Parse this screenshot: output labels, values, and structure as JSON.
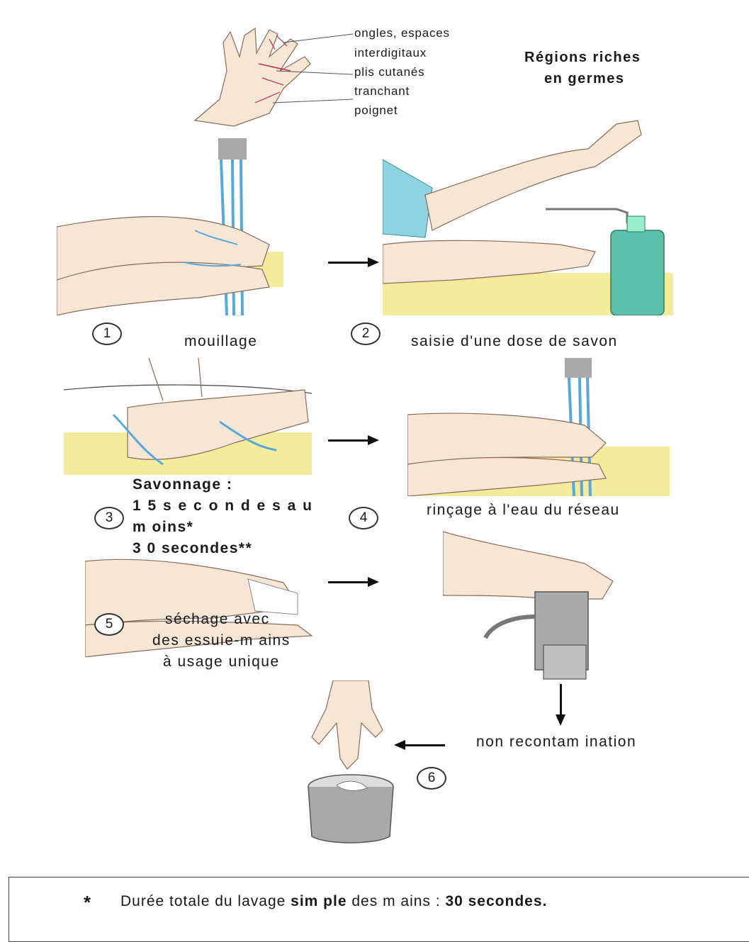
{
  "germs": {
    "title_line1": "Régions riches",
    "title_line2": "en germes",
    "labels": [
      "ongles, espaces",
      "interdigitaux",
      "plis cutanés",
      "tranchant",
      "poignet"
    ]
  },
  "steps": [
    {
      "num": "1",
      "label": "mouillage"
    },
    {
      "num": "2",
      "label": "saisie d'une dose de savon"
    },
    {
      "num": "3",
      "label_line1": "Savonnage :",
      "label_line2": "1 5  s e c o n d e s  a u",
      "label_line3": "m oins*",
      "label_line4": "3 0 secondes**"
    },
    {
      "num": "4",
      "label": "rinçage à l'eau du réseau"
    },
    {
      "num": "5",
      "label_line1": "séchage avec",
      "label_line2": "des essuie-m ains",
      "label_line3": "à usage unique"
    },
    {
      "num": "6",
      "label": "non recontam ination"
    }
  ],
  "footnote": {
    "star": "*",
    "text_pre": "Durée totale du lavage",
    "text_bold": "sim ple",
    "text_mid": "des m ains :",
    "text_end": "30 secondes."
  },
  "colors": {
    "skin": "#f6e6d6",
    "skin_line": "#8a6a58",
    "water": "#5aa8d8",
    "sink": "#f3ec9c",
    "sleeve": "#8fd3e0",
    "bottle": "#5cc1a8",
    "metal": "#a9a9a9"
  }
}
